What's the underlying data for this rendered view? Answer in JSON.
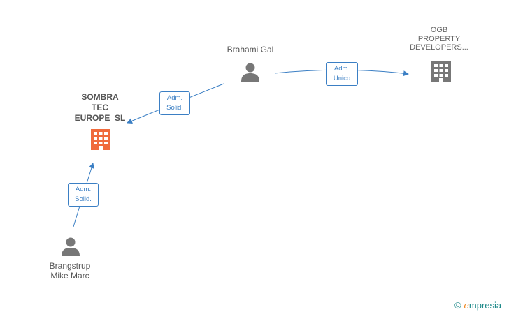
{
  "nodes": {
    "brahami": {
      "label": "Brahami Gal"
    },
    "ogb": {
      "label_lines": [
        "OGB",
        "PROPERTY",
        "DEVELOPERS..."
      ]
    },
    "sombra": {
      "label_lines": [
        "SOMBRA",
        "TEC",
        "EUROPE  SL"
      ]
    },
    "brangstrup": {
      "label_lines": [
        "Brangstrup",
        "Mike Marc"
      ]
    }
  },
  "edges": {
    "brahami_sombra": {
      "line1": "Adm.",
      "line2": "Solid."
    },
    "brahami_ogb": {
      "line1": "Adm.",
      "line2": "Unico"
    },
    "brangstrup_sombra": {
      "line1": "Adm.",
      "line2": "Solid."
    }
  },
  "colors": {
    "edge": "#3b7fc4",
    "person": "#777777",
    "company_main": "#f06a3c",
    "company": "#777777"
  },
  "watermark": {
    "copyright": "©",
    "brand_initial": "e",
    "brand_rest": "mpresia"
  }
}
